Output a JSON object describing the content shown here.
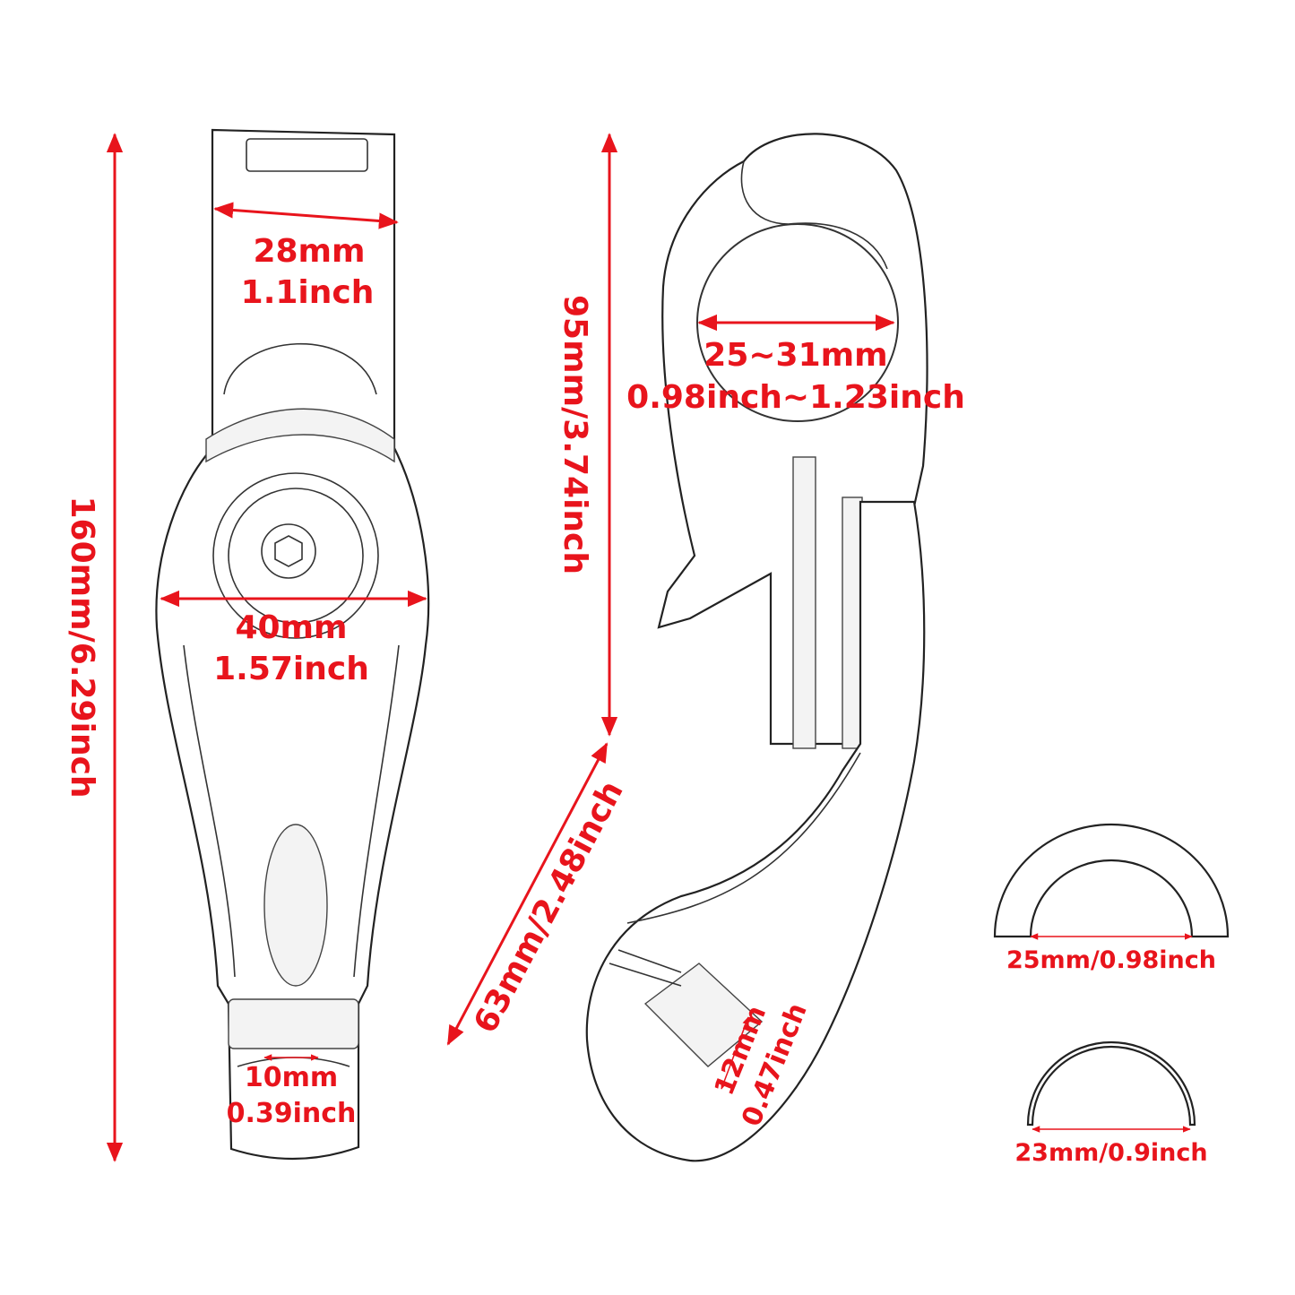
{
  "colors": {
    "dimension": "#e8141c",
    "outline": "#222222"
  },
  "front_view": {
    "total_length": "160mm/6.29inch",
    "top_width_mm": "28mm",
    "top_width_in": "1.1inch",
    "body_width_mm": "40mm",
    "body_width_in": "1.57inch",
    "tip_width_mm": "10mm",
    "tip_width_in": "0.39inch"
  },
  "side_view": {
    "clamp_height": "95mm/3.74inch",
    "clamp_diameter_mm": "25~31mm",
    "clamp_diameter_in": "0.98inch~1.23inch",
    "arm_length": "63mm/2.48inch",
    "bolt_mm": "12mm",
    "bolt_in": "0.47inch"
  },
  "spacers": {
    "thick": "25mm/0.98inch",
    "thin": "23mm/0.9inch"
  }
}
